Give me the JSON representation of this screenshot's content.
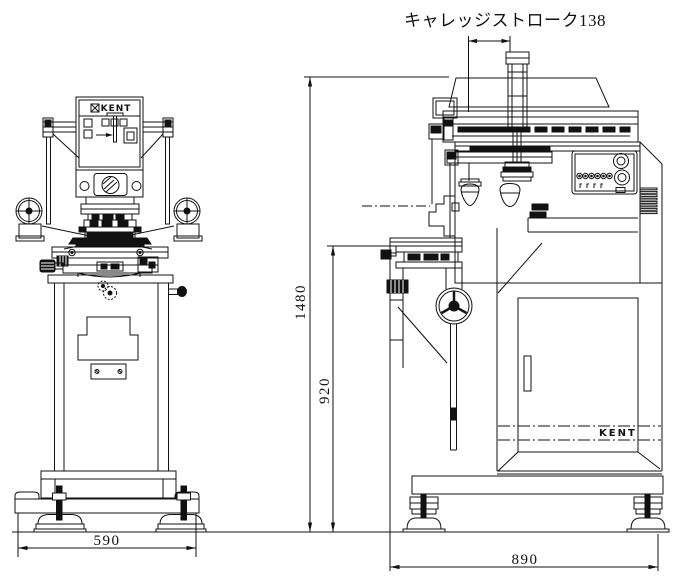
{
  "drawing": {
    "background": "#ffffff",
    "line_color": "#111111",
    "annotation": {
      "carriage_stroke": "キャレッジストローク138"
    },
    "dimensions": {
      "overall_height": "1480",
      "table_height": "920",
      "front_base_width": "590",
      "side_base_width": "890"
    },
    "logos": {
      "front_panel": "KENT",
      "side_cabinet": "KENT"
    }
  }
}
